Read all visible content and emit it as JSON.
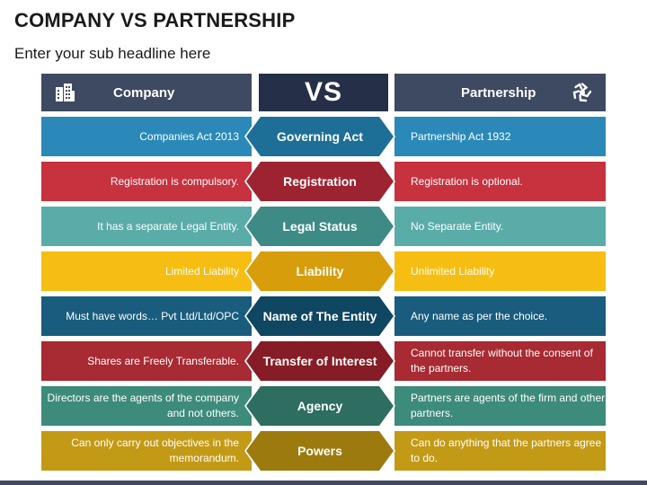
{
  "page": {
    "title": "COMPANY VS PARTNERSHIP",
    "subtitle": "Enter your sub headline here"
  },
  "header": {
    "left_label": "Company",
    "left_icon": "office-building-icon",
    "middle_label": "VS",
    "right_label": "Partnership",
    "right_icon": "handshake-circle-icon"
  },
  "rows": [
    {
      "left": "Companies Act 2013",
      "middle": "Governing Act",
      "right": "Partnership Act 1932",
      "colors": {
        "side": "#2a89b8",
        "mid": "#1d6f97"
      }
    },
    {
      "left": "Registration is compulsory.",
      "middle": "Registration",
      "right": "Registration is optional.",
      "colors": {
        "side": "#c8313e",
        "mid": "#9e2331"
      }
    },
    {
      "left": "It has a separate Legal Entity.",
      "middle": "Legal Status",
      "right": "No Separate Entity.",
      "colors": {
        "side": "#5aaca8",
        "mid": "#3e8b86"
      }
    },
    {
      "left": "Limited Liability",
      "middle": "Liability",
      "right": "Unlimited Liability",
      "colors": {
        "side": "#f6be13",
        "mid": "#d79d0b"
      }
    },
    {
      "left": "Must have words… Pvt Ltd/Ltd/OPC",
      "middle": "Name of The Entity",
      "right": "Any name as per the choice.",
      "colors": {
        "side": "#195c7d",
        "mid": "#0f4661"
      }
    },
    {
      "left": "Shares are Freely Transferable.",
      "middle": "Transfer of Interest",
      "right": "Cannot transfer without the consent of the partners.",
      "colors": {
        "side": "#a82a32",
        "mid": "#861c25"
      }
    },
    {
      "left": "Directors are the agents of the company and not others.",
      "middle": "Agency",
      "right": "Partners are agents of the firm and other partners.",
      "colors": {
        "side": "#3d8b7a",
        "mid": "#2d6e60"
      }
    },
    {
      "left": "Can only carry out objectives in the memorandum.",
      "middle": "Powers",
      "right": "Can do anything that the partners agree to do.",
      "colors": {
        "side": "#c39a16",
        "mid": "#9c7a0e"
      }
    }
  ]
}
